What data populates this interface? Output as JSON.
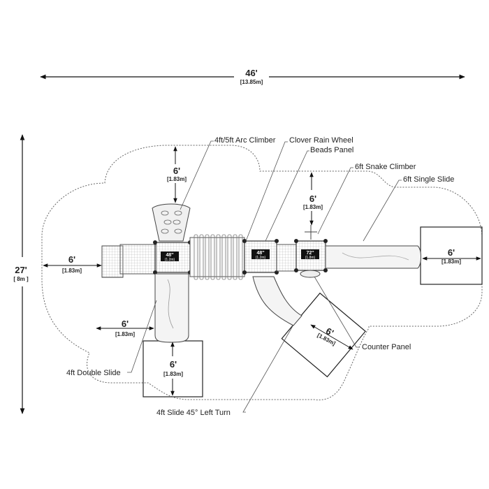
{
  "overall": {
    "width_ft": "46'",
    "width_m": "[13.85m]",
    "depth_ft": "27'",
    "depth_m": "[ 8m ]"
  },
  "clearances": {
    "top_ft": "6'",
    "top_m": "[1.83m]",
    "left_ft": "6'",
    "left_m": "[1.83m]",
    "snake_ft": "6'",
    "snake_m": "[1.83m]",
    "right_ft": "6'",
    "right_m": "[1.83m]",
    "double_side_ft": "6'",
    "double_side_m": "[1.83m]",
    "double_end_ft": "6'",
    "double_end_m": "[1.83m]",
    "turn_ft": "6'",
    "turn_m": "[1.83m]"
  },
  "platforms": {
    "p1": {
      "height": "48''",
      "metric": "(1.2m)"
    },
    "p2": {
      "height": "48''",
      "metric": "(1.2m)"
    },
    "p3": {
      "height": "72''",
      "metric": "(1.8m)"
    }
  },
  "callouts": {
    "arc_climber": "4ft/5ft Arc Climber",
    "rain_wheel": "Clover Rain Wheel",
    "beads_panel": "Beads Panel",
    "snake_climber": "6ft Snake Climber",
    "single_slide": "6ft Single Slide",
    "counter_panel": "Counter Panel",
    "double_slide": "4ft Double Slide",
    "slide_turn": "4ft Slide 45° Left Turn"
  }
}
